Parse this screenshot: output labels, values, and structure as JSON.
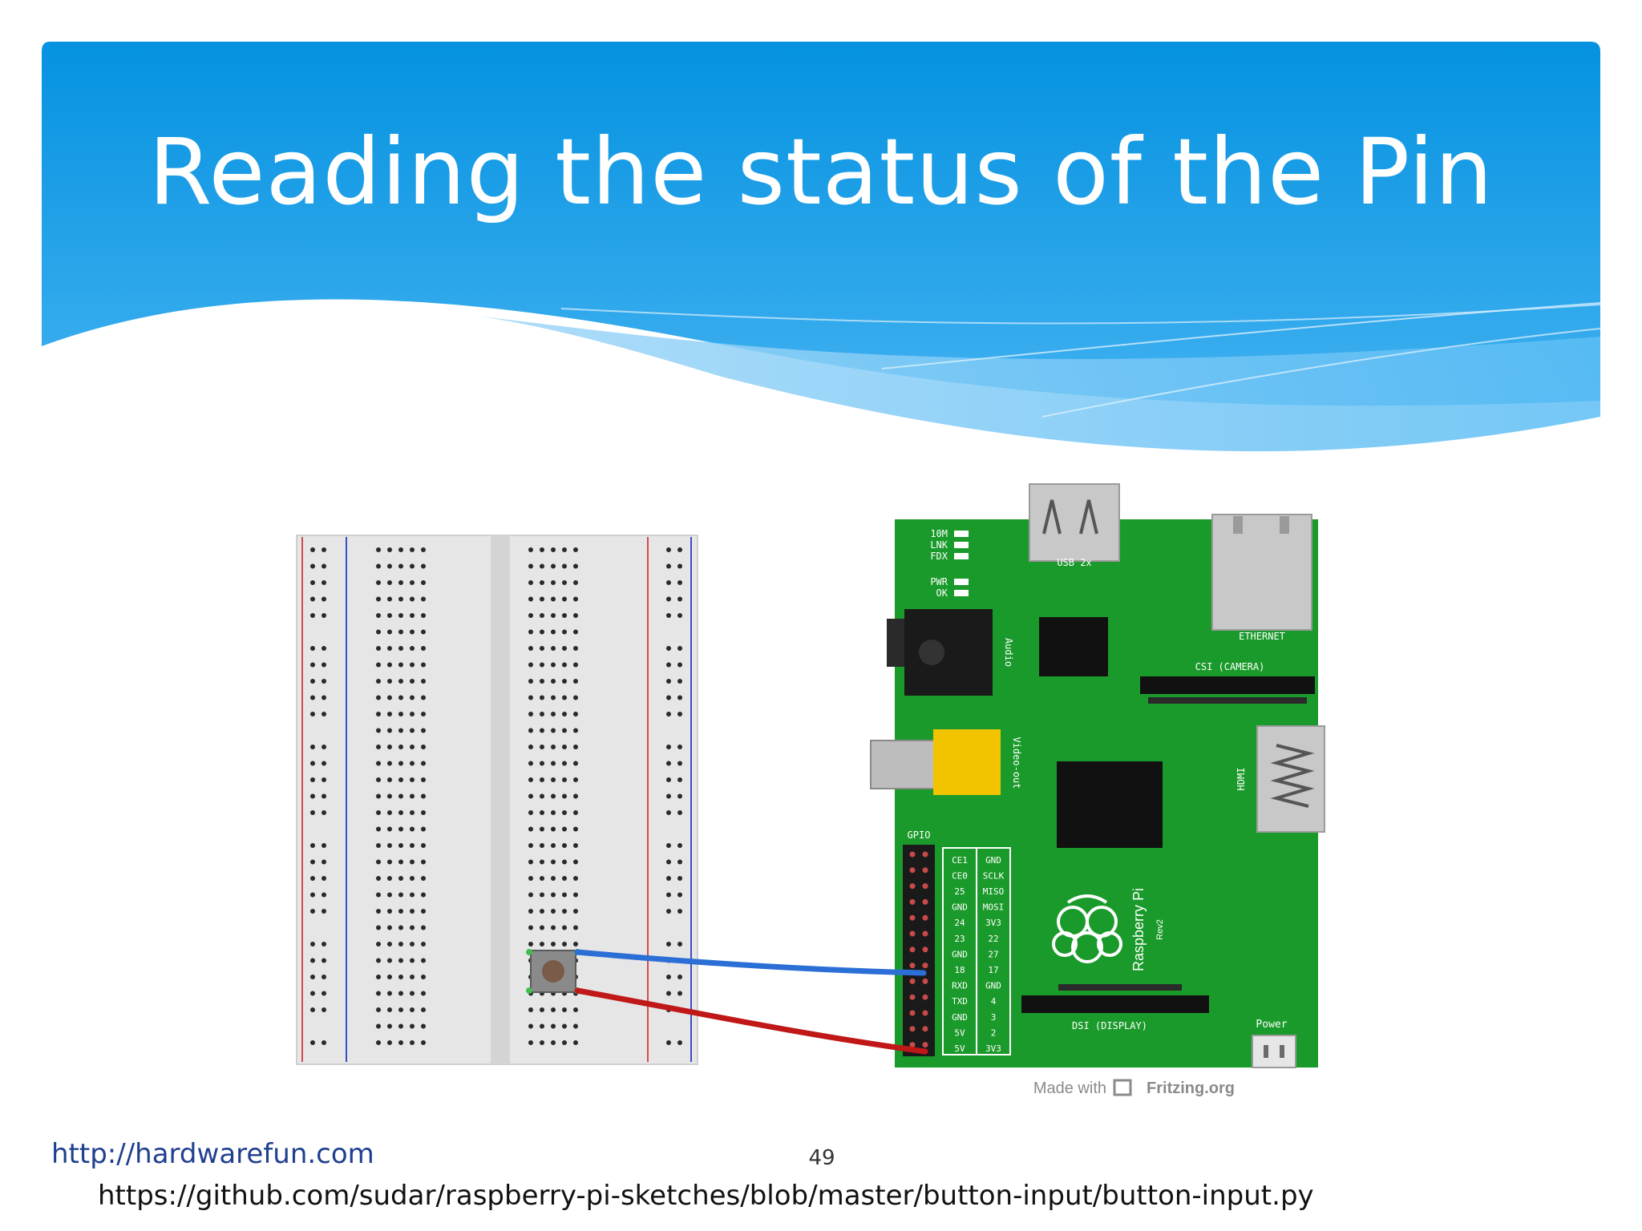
{
  "slide": {
    "title": "Reading the status of the Pin",
    "footer_link": "http://hardwarefun.com",
    "page_number": "49",
    "source_link": "https://github.com/sudar/raspberry-pi-sketches/blob/master/button-input/button-input.py"
  },
  "diagram": {
    "board": {
      "usb_label": "USB 2x",
      "ethernet_label": "ETHERNET",
      "audio_label": "Audio",
      "video_label": "Video-out",
      "csi_label": "CSI (CAMERA)",
      "hdmi_label": "HDMI",
      "gpio_label": "GPIO",
      "dsi_label": "DSI (DISPLAY)",
      "power_label": "Power",
      "brand_label": "Raspberry Pi",
      "rev_label": "Rev2",
      "leds": [
        "10M",
        "LNK",
        "FDX",
        "PWR",
        "OK"
      ],
      "gpio_pins_left": [
        "3V3",
        "2",
        "3",
        "4",
        "GND",
        "17",
        "27",
        "22",
        "3V3",
        "MOSI",
        "MISO",
        "SCLK",
        "GND"
      ],
      "gpio_pins_right": [
        "5V",
        "5V",
        "GND",
        "TXD",
        "RXD",
        "18",
        "GND",
        "23",
        "24",
        "GND",
        "25",
        "CE0",
        "CE1"
      ]
    },
    "credit_made_with": "Made with",
    "credit_brand": "Fritzing.org",
    "colors": {
      "board_green": "#1a9a2a",
      "wire_blue": "#2b6fd6",
      "wire_red": "#c01818",
      "header_blue": "#0a8fdc"
    }
  }
}
